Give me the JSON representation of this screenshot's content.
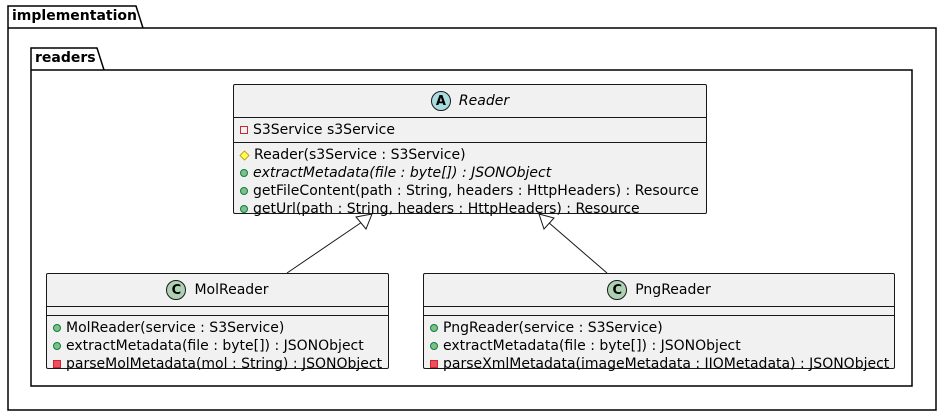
{
  "packages": {
    "outer": "implementation",
    "inner": "readers"
  },
  "colors": {
    "abstract_badge": "#a9dcdf",
    "class_badge": "#add1b2",
    "class_fill": "#f1f1f1"
  },
  "classes": {
    "reader": {
      "name": "Reader",
      "stereotype": "A",
      "abstract": true,
      "fields": [
        {
          "vis": "private-field",
          "text": "S3Service s3Service"
        }
      ],
      "methods": [
        {
          "vis": "protected-method",
          "text": "Reader(s3Service : S3Service)"
        },
        {
          "vis": "public-method",
          "text": "extractMetadata(file : byte[]) : JSONObject",
          "italic": true
        },
        {
          "vis": "public-method",
          "text": "getFileContent(path : String, headers : HttpHeaders) : Resource"
        },
        {
          "vis": "public-method",
          "text": "getUrl(path : String, headers : HttpHeaders) : Resource"
        }
      ]
    },
    "molreader": {
      "name": "MolReader",
      "stereotype": "C",
      "fields": [],
      "methods": [
        {
          "vis": "public-method",
          "text": "MolReader(service : S3Service)"
        },
        {
          "vis": "public-method",
          "text": "extractMetadata(file : byte[]) : JSONObject"
        },
        {
          "vis": "private-method",
          "text": "parseMolMetadata(mol : String) : JSONObject"
        }
      ]
    },
    "pngreader": {
      "name": "PngReader",
      "stereotype": "C",
      "fields": [],
      "methods": [
        {
          "vis": "public-method",
          "text": "PngReader(service : S3Service)"
        },
        {
          "vis": "public-method",
          "text": "extractMetadata(file : byte[]) : JSONObject"
        },
        {
          "vis": "private-method",
          "text": "parseXmlMetadata(imageMetadata : IIOMetadata) : JSONObject"
        }
      ]
    }
  }
}
